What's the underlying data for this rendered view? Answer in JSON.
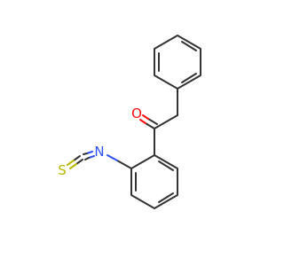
{
  "molecule": {
    "atoms": [
      {
        "id": "a1",
        "label": "O",
        "color": "#ff0d0d"
      },
      {
        "id": "a2",
        "label": "N",
        "color": "#3050f8"
      },
      {
        "id": "a3",
        "label": "S",
        "color": "#b8b800"
      }
    ],
    "bond_color": "#333333",
    "background": "#ffffff"
  }
}
